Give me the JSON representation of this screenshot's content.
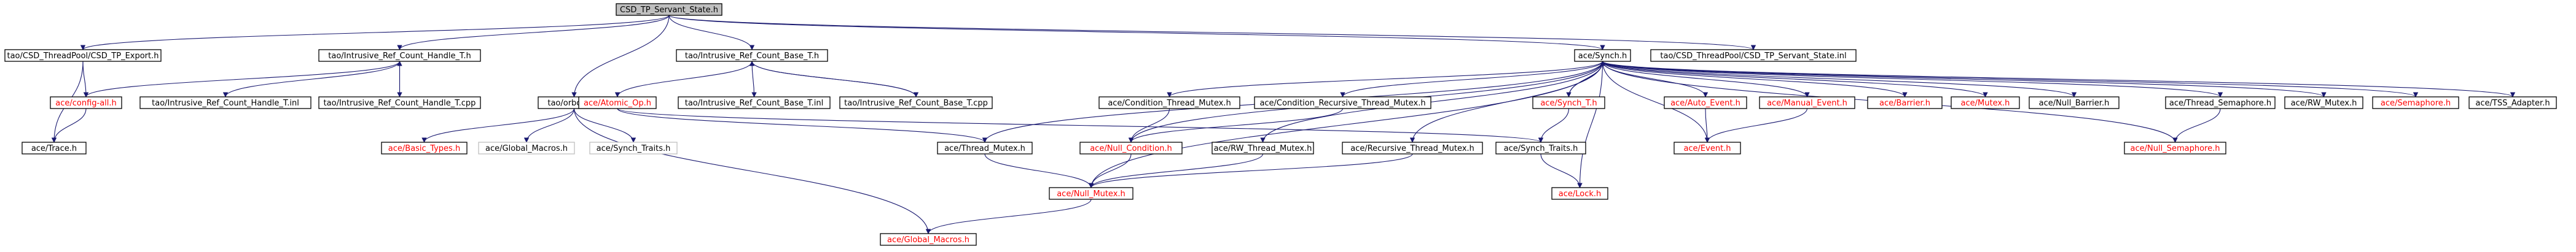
{
  "diagram": {
    "root": "CSD_TP_Servant_State.h",
    "nodes": [
      {
        "id": "root",
        "label": "CSD_TP_Servant_State.h",
        "kind": "root"
      },
      {
        "id": "export",
        "label": "tao/CSD_ThreadPool/CSD_TP_Export.h",
        "kind": "normal"
      },
      {
        "id": "refhandle",
        "label": "tao/Intrusive_Ref_Count_Handle_T.h",
        "kind": "normal"
      },
      {
        "id": "orbconf",
        "label": "tao/orbconf.h",
        "kind": "normal"
      },
      {
        "id": "refbase",
        "label": "tao/Intrusive_Ref_Count_Base_T.h",
        "kind": "normal"
      },
      {
        "id": "synch",
        "label": "ace/Synch.h",
        "kind": "normal"
      },
      {
        "id": "servantinl",
        "label": "tao/CSD_ThreadPool/CSD_TP_Servant_State.inl",
        "kind": "normal"
      },
      {
        "id": "configall",
        "label": "ace/config-all.h",
        "kind": "red"
      },
      {
        "id": "trace",
        "label": "ace/Trace.h",
        "kind": "normal"
      },
      {
        "id": "handleinl",
        "label": "tao/Intrusive_Ref_Count_Handle_T.inl",
        "kind": "normal"
      },
      {
        "id": "handlecpp",
        "label": "tao/Intrusive_Ref_Count_Handle_T.cpp",
        "kind": "normal"
      },
      {
        "id": "basictypes",
        "label": "ace/Basic_Types.h",
        "kind": "red"
      },
      {
        "id": "globalmacrosgrey",
        "label": "ace/Global_Macros.h",
        "kind": "missing"
      },
      {
        "id": "synchtraitsgrey",
        "label": "ace/Synch_Traits.h",
        "kind": "missing"
      },
      {
        "id": "atomicop",
        "label": "ace/Atomic_Op.h",
        "kind": "red"
      },
      {
        "id": "baseinl",
        "label": "tao/Intrusive_Ref_Count_Base_T.inl",
        "kind": "normal"
      },
      {
        "id": "basecpp",
        "label": "tao/Intrusive_Ref_Count_Base_T.cpp",
        "kind": "normal"
      },
      {
        "id": "threadmutex",
        "label": "ace/Thread_Mutex.h",
        "kind": "normal"
      },
      {
        "id": "condthreadmutex",
        "label": "ace/Condition_Thread_Mutex.h",
        "kind": "normal"
      },
      {
        "id": "condrecursive",
        "label": "ace/Condition_Recursive_Thread_Mutex.h",
        "kind": "normal"
      },
      {
        "id": "synchT",
        "label": "ace/Synch_T.h",
        "kind": "red"
      },
      {
        "id": "autoevent",
        "label": "ace/Auto_Event.h",
        "kind": "red"
      },
      {
        "id": "manualevent",
        "label": "ace/Manual_Event.h",
        "kind": "red"
      },
      {
        "id": "barrier",
        "label": "ace/Barrier.h",
        "kind": "red"
      },
      {
        "id": "mutex",
        "label": "ace/Mutex.h",
        "kind": "red"
      },
      {
        "id": "nullbarrier",
        "label": "ace/Null_Barrier.h",
        "kind": "normal"
      },
      {
        "id": "threadsem",
        "label": "ace/Thread_Semaphore.h",
        "kind": "normal"
      },
      {
        "id": "rwmutex",
        "label": "ace/RW_Mutex.h",
        "kind": "normal"
      },
      {
        "id": "semaphore",
        "label": "ace/Semaphore.h",
        "kind": "red"
      },
      {
        "id": "tssadapter",
        "label": "ace/TSS_Adapter.h",
        "kind": "normal"
      },
      {
        "id": "nullcond",
        "label": "ace/Null_Condition.h",
        "kind": "red"
      },
      {
        "id": "rwthreadmutex",
        "label": "ace/RW_Thread_Mutex.h",
        "kind": "normal"
      },
      {
        "id": "recursivemutex",
        "label": "ace/Recursive_Thread_Mutex.h",
        "kind": "normal"
      },
      {
        "id": "synchtraits",
        "label": "ace/Synch_Traits.h",
        "kind": "normal"
      },
      {
        "id": "event",
        "label": "ace/Event.h",
        "kind": "red"
      },
      {
        "id": "nullsem",
        "label": "ace/Null_Semaphore.h",
        "kind": "red"
      },
      {
        "id": "nullmutex",
        "label": "ace/Null_Mutex.h",
        "kind": "red"
      },
      {
        "id": "lock",
        "label": "ace/Lock.h",
        "kind": "red"
      },
      {
        "id": "globalmacros",
        "label": "ace/Global_Macros.h",
        "kind": "red"
      }
    ],
    "edges": [
      [
        "root",
        "export"
      ],
      [
        "root",
        "refhandle"
      ],
      [
        "root",
        "orbconf"
      ],
      [
        "root",
        "refbase"
      ],
      [
        "root",
        "synch"
      ],
      [
        "root",
        "servantinl"
      ],
      [
        "export",
        "configall"
      ],
      [
        "export",
        "trace"
      ],
      [
        "refhandle",
        "configall"
      ],
      [
        "refhandle",
        "handleinl"
      ],
      [
        "refhandle",
        "handlecpp"
      ],
      [
        "handlecpp",
        "refhandle"
      ],
      [
        "configall",
        "trace"
      ],
      [
        "orbconf",
        "basictypes"
      ],
      [
        "orbconf",
        "globalmacrosgrey"
      ],
      [
        "orbconf",
        "synchtraitsgrey"
      ],
      [
        "orbconf",
        "globalmacros"
      ],
      [
        "refbase",
        "atomicop"
      ],
      [
        "refbase",
        "baseinl"
      ],
      [
        "refbase",
        "basecpp"
      ],
      [
        "basecpp",
        "refbase"
      ],
      [
        "atomicop",
        "threadmutex"
      ],
      [
        "atomicop",
        "synchtraits"
      ],
      [
        "synch",
        "threadmutex"
      ],
      [
        "synch",
        "condthreadmutex"
      ],
      [
        "synch",
        "condrecursive"
      ],
      [
        "synch",
        "synchT"
      ],
      [
        "synchT",
        "synch"
      ],
      [
        "synch",
        "autoevent"
      ],
      [
        "synch",
        "manualevent"
      ],
      [
        "synch",
        "barrier"
      ],
      [
        "synch",
        "mutex"
      ],
      [
        "synch",
        "nullbarrier"
      ],
      [
        "synch",
        "threadsem"
      ],
      [
        "synch",
        "rwmutex"
      ],
      [
        "synch",
        "semaphore"
      ],
      [
        "synch",
        "tssadapter"
      ],
      [
        "synch",
        "nullcond"
      ],
      [
        "synch",
        "rwthreadmutex"
      ],
      [
        "synch",
        "recursivemutex"
      ],
      [
        "synch",
        "nullmutex"
      ],
      [
        "synch",
        "nullsem"
      ],
      [
        "synch",
        "lock"
      ],
      [
        "synch",
        "event"
      ],
      [
        "condthreadmutex",
        "nullcond"
      ],
      [
        "condrecursive",
        "nullcond"
      ],
      [
        "synchT",
        "synchtraits"
      ],
      [
        "synchtraits",
        "lock"
      ],
      [
        "autoevent",
        "event"
      ],
      [
        "manualevent",
        "event"
      ],
      [
        "threadsem",
        "nullsem"
      ],
      [
        "threadmutex",
        "nullmutex"
      ],
      [
        "nullcond",
        "nullmutex"
      ],
      [
        "rwthreadmutex",
        "nullmutex"
      ],
      [
        "recursivemutex",
        "nullmutex"
      ],
      [
        "nullmutex",
        "globalmacros"
      ]
    ]
  }
}
